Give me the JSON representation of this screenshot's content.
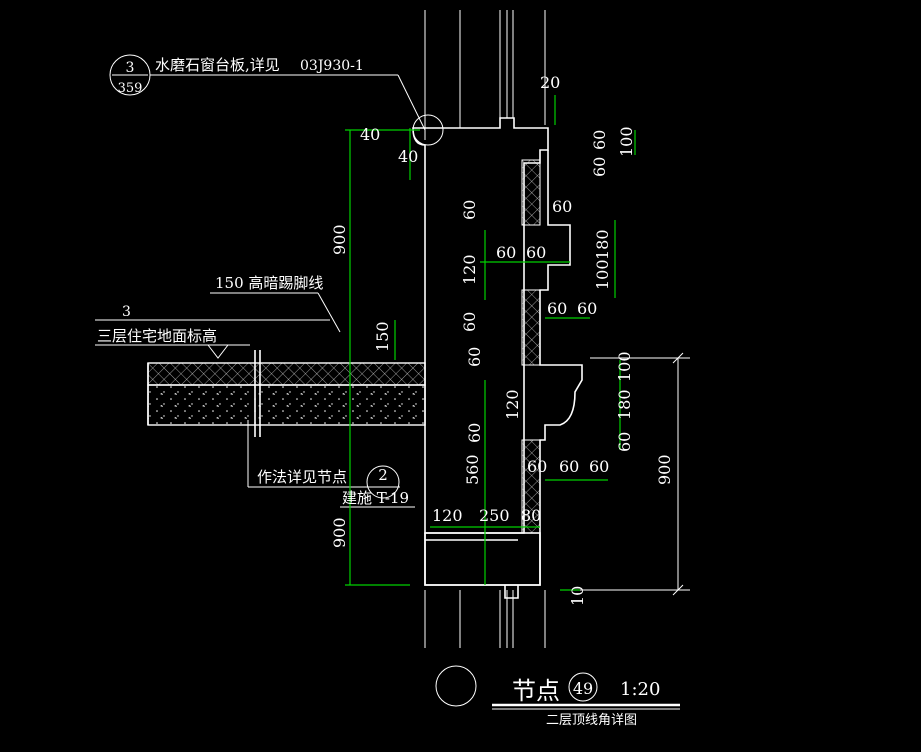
{
  "callouts": {
    "top_ref": {
      "num": "3",
      "sheet": "359",
      "text": "水磨石窗台板,详见",
      "code": "03J930-1"
    },
    "skirting": "150 高暗踢脚线",
    "floor_level": {
      "num": "3",
      "text": "三层住宅地面标高"
    },
    "detail_ref": {
      "text": "作法详见节点",
      "num": "2",
      "sheet": "建施 T-19"
    }
  },
  "dims": {
    "d40a": "40",
    "d40b": "40",
    "d20": "20",
    "d900_top": "900",
    "d150": "150",
    "d900_bot": "900",
    "d60_r1": "60",
    "d60_r2": "60",
    "d100_r1": "100",
    "d60_a": "60",
    "d120_a": "120",
    "d60_b": "60",
    "d60_c": "60",
    "d60_d": "60",
    "d180_r": "180",
    "d100_r2": "100",
    "d60_e": "60",
    "d60_f": "60",
    "d60_g": "60",
    "d60_h": "60",
    "d120_b": "120",
    "d60_i": "60",
    "d560": "560",
    "d100_r3": "100",
    "d180_r2": "180",
    "d60_r3": "60",
    "d900_right": "900",
    "d60_j": "60",
    "d60_k": "60",
    "d60_l": "60",
    "d120_bot": "120",
    "d250": "250",
    "d80": "80",
    "d10": "10"
  },
  "title": {
    "label": "节点",
    "num": "49",
    "scale": "1:20",
    "subtitle": "二层顶线角详图"
  }
}
